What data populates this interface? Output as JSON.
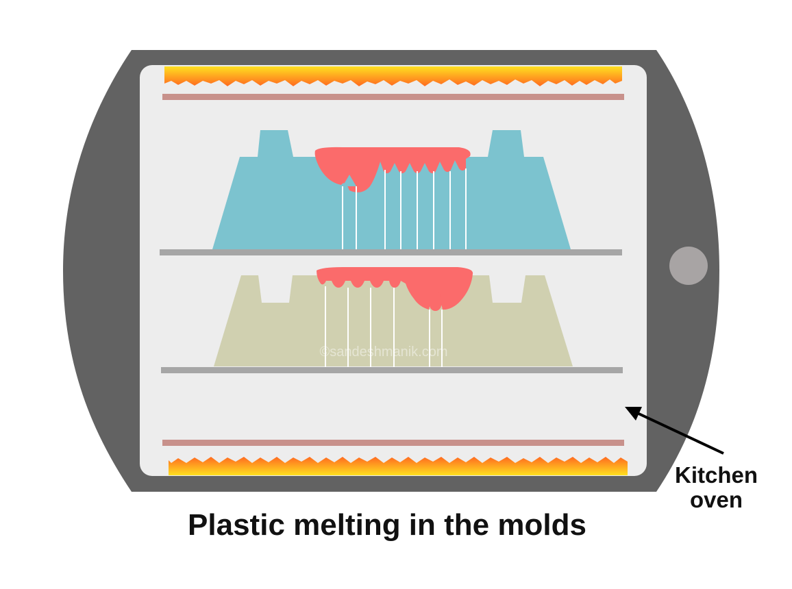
{
  "title": "Plastic melting in the molds",
  "oven_label": {
    "line1": "Kitchen",
    "line2": "oven"
  },
  "watermark": "©sandeshmanik.com",
  "colors": {
    "oven_body": "#626262",
    "oven_interior": "#ededed",
    "knob": "#a8a4a4",
    "heating_element": "#c8918b",
    "flame_top": "#ffe020",
    "flame_bottom": "#ff6a20",
    "rack": "#a6a6a6",
    "mold_upper": "#7cc3cf",
    "mold_lower": "#d0d0b0",
    "melted_plastic": "#fb6b6b",
    "arrow": "#000000"
  },
  "icons": [
    "oven-knob-icon",
    "flame-icon",
    "arrow-icon"
  ]
}
